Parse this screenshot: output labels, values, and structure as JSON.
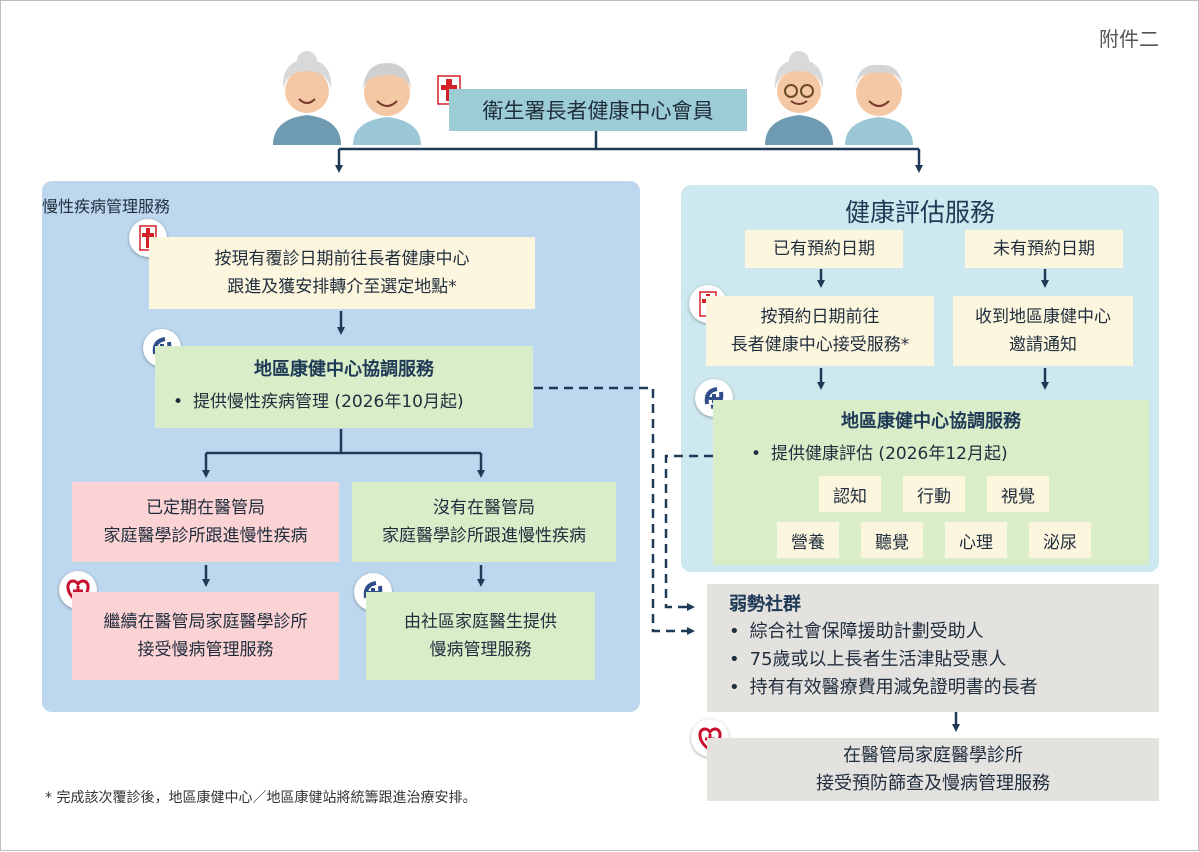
{
  "annex_label": "附件二",
  "top_title": "衛生署長者健康中心會員",
  "left_panel": {
    "title": "慢性疾病管理服務",
    "referral_box": {
      "line1": "按現有覆診日期前往長者健康中心",
      "line2": "跟進及獲安排轉介至選定地點*"
    },
    "dhc_box": {
      "title": "地區康健中心協調服務",
      "bullet": "提供慢性疾病管理 (2026年10月起)"
    },
    "pink_box": {
      "line1": "已定期在醫管局",
      "line2": "家庭醫學診所跟進慢性疾病"
    },
    "green_box": {
      "line1": "沒有在醫管局",
      "line2": "家庭醫學診所跟進慢性疾病"
    },
    "pink_result": {
      "line1": "繼續在醫管局家庭醫學診所",
      "line2": "接受慢病管理服務"
    },
    "green_result": {
      "line1": "由社區家庭醫生提供",
      "line2": "慢病管理服務"
    }
  },
  "right_panel": {
    "title": "健康評估服務",
    "with_appt": "已有預約日期",
    "without_appt": "未有預約日期",
    "with_appt_box": {
      "line1": "按預約日期前往",
      "line2": "長者健康中心接受服務*"
    },
    "without_appt_box": {
      "line1": "收到地區康健中心",
      "line2": "邀請通知"
    },
    "dhc_box": {
      "title": "地區康健中心協調服務",
      "bullet": "提供健康評估 (2026年12月起)",
      "items_row1": [
        "認知",
        "行動",
        "視覺"
      ],
      "items_row2": [
        "營養",
        "聽覺",
        "心理",
        "泌尿"
      ]
    }
  },
  "vulnerable": {
    "title": "弱勢社群",
    "items": [
      "綜合社會保障援助計劃受助人",
      "75歲或以上長者生活津貼受惠人",
      "持有有效醫療費用減免證明書的長者"
    ]
  },
  "final_box": {
    "line1": "在醫管局家庭醫學診所",
    "line2": "接受預防篩查及慢病管理服務"
  },
  "footnote": "* 完成該次覆診後，地區康健中心／地區康健站將統籌跟進治療安排。",
  "colors": {
    "left_panel_bg": "#bdd7ee",
    "right_panel_bg": "#cde8ee",
    "teal": "#9cccd4",
    "yellow": "#fdf6de",
    "green": "#d8edc8",
    "pink": "#fbd3d4",
    "grey": "#e4e2df",
    "line": "#1f3a56",
    "dh_red": "#d42027",
    "ha_red": "#c8102e",
    "dhc_navy": "#2e4d8a"
  },
  "icons": [
    "elderly-couple-left",
    "elderly-couple-right",
    "department-of-health-logo",
    "district-health-centre-logo",
    "hospital-authority-logo"
  ]
}
